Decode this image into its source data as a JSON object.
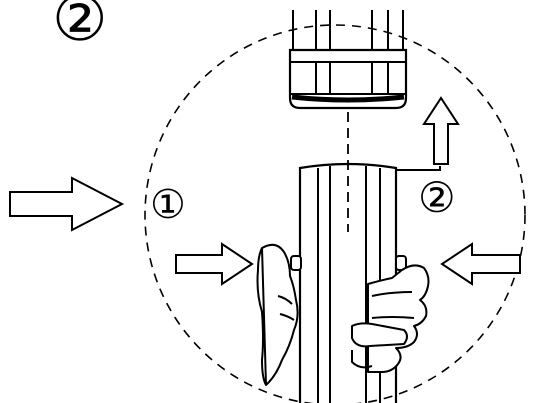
{
  "step_number": "②",
  "labels": {
    "press_buttons": "①",
    "pull_off": "②"
  },
  "icons": {
    "arrow_left": "arrow-right-icon",
    "arrow_in_left": "arrow-right-icon",
    "arrow_in_right": "arrow-left-icon",
    "arrow_up": "arrow-up-icon"
  },
  "colors": {
    "stroke": "#000000",
    "background": "#ffffff"
  }
}
